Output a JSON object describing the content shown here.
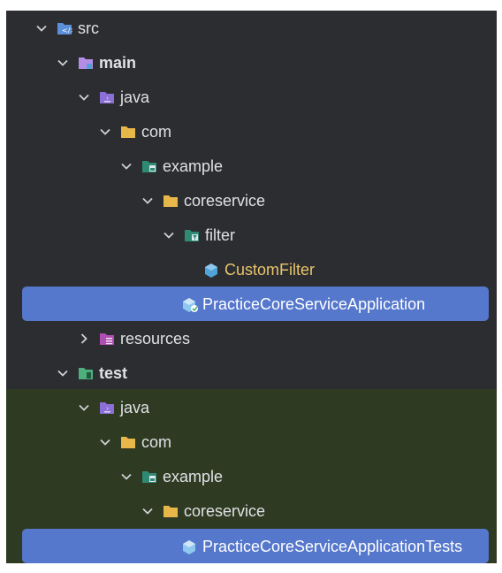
{
  "tree": {
    "src": "src",
    "main": "main",
    "java_main": "java",
    "com_main": "com",
    "example_main": "example",
    "coreservice_main": "coreservice",
    "filter": "filter",
    "custom_filter": "CustomFilter",
    "practice_app": "PracticeCoreServiceApplication",
    "resources": "resources",
    "test": "test",
    "java_test": "java",
    "com_test": "com",
    "example_test": "example",
    "coreservice_test": "coreservice",
    "practice_app_tests": "PracticeCoreServiceApplicationTests"
  },
  "colors": {
    "panel_bg": "#2b2d30",
    "test_bg": "#2e3a22",
    "selection": "#5577cc",
    "text": "#dfe1e5",
    "class_text": "#e8c46a",
    "folder_yellow": "#e8b749",
    "source_root": "#8b6fd6",
    "test_root": "#4caf7d",
    "package_teal": "#2f8a74"
  },
  "icons": {
    "expanded": "chevron-down-icon",
    "collapsed": "chevron-right-icon",
    "src": "source-folder-icon",
    "main": "module-folder-icon",
    "java": "java-source-root-icon",
    "com": "folder-icon",
    "example": "package-icon",
    "coreservice": "folder-icon",
    "filter": "package-icon",
    "custom_filter": "class-icon",
    "application": "spring-application-icon",
    "resources": "resources-root-icon",
    "test": "test-root-icon",
    "tests_class": "test-class-icon"
  }
}
